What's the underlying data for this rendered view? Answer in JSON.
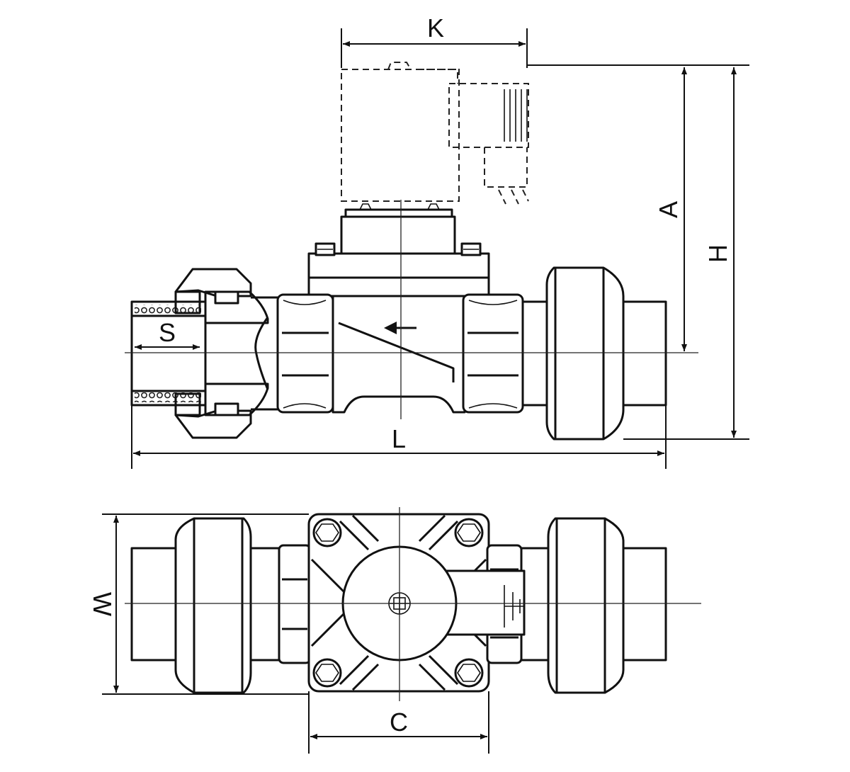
{
  "dimensions": {
    "K": "K",
    "A": "A",
    "H": "H",
    "S": "S",
    "L": "L",
    "W": "W",
    "C": "C"
  },
  "colors": {
    "line": "#111111",
    "background": "#ffffff",
    "hatch": "#555555"
  }
}
